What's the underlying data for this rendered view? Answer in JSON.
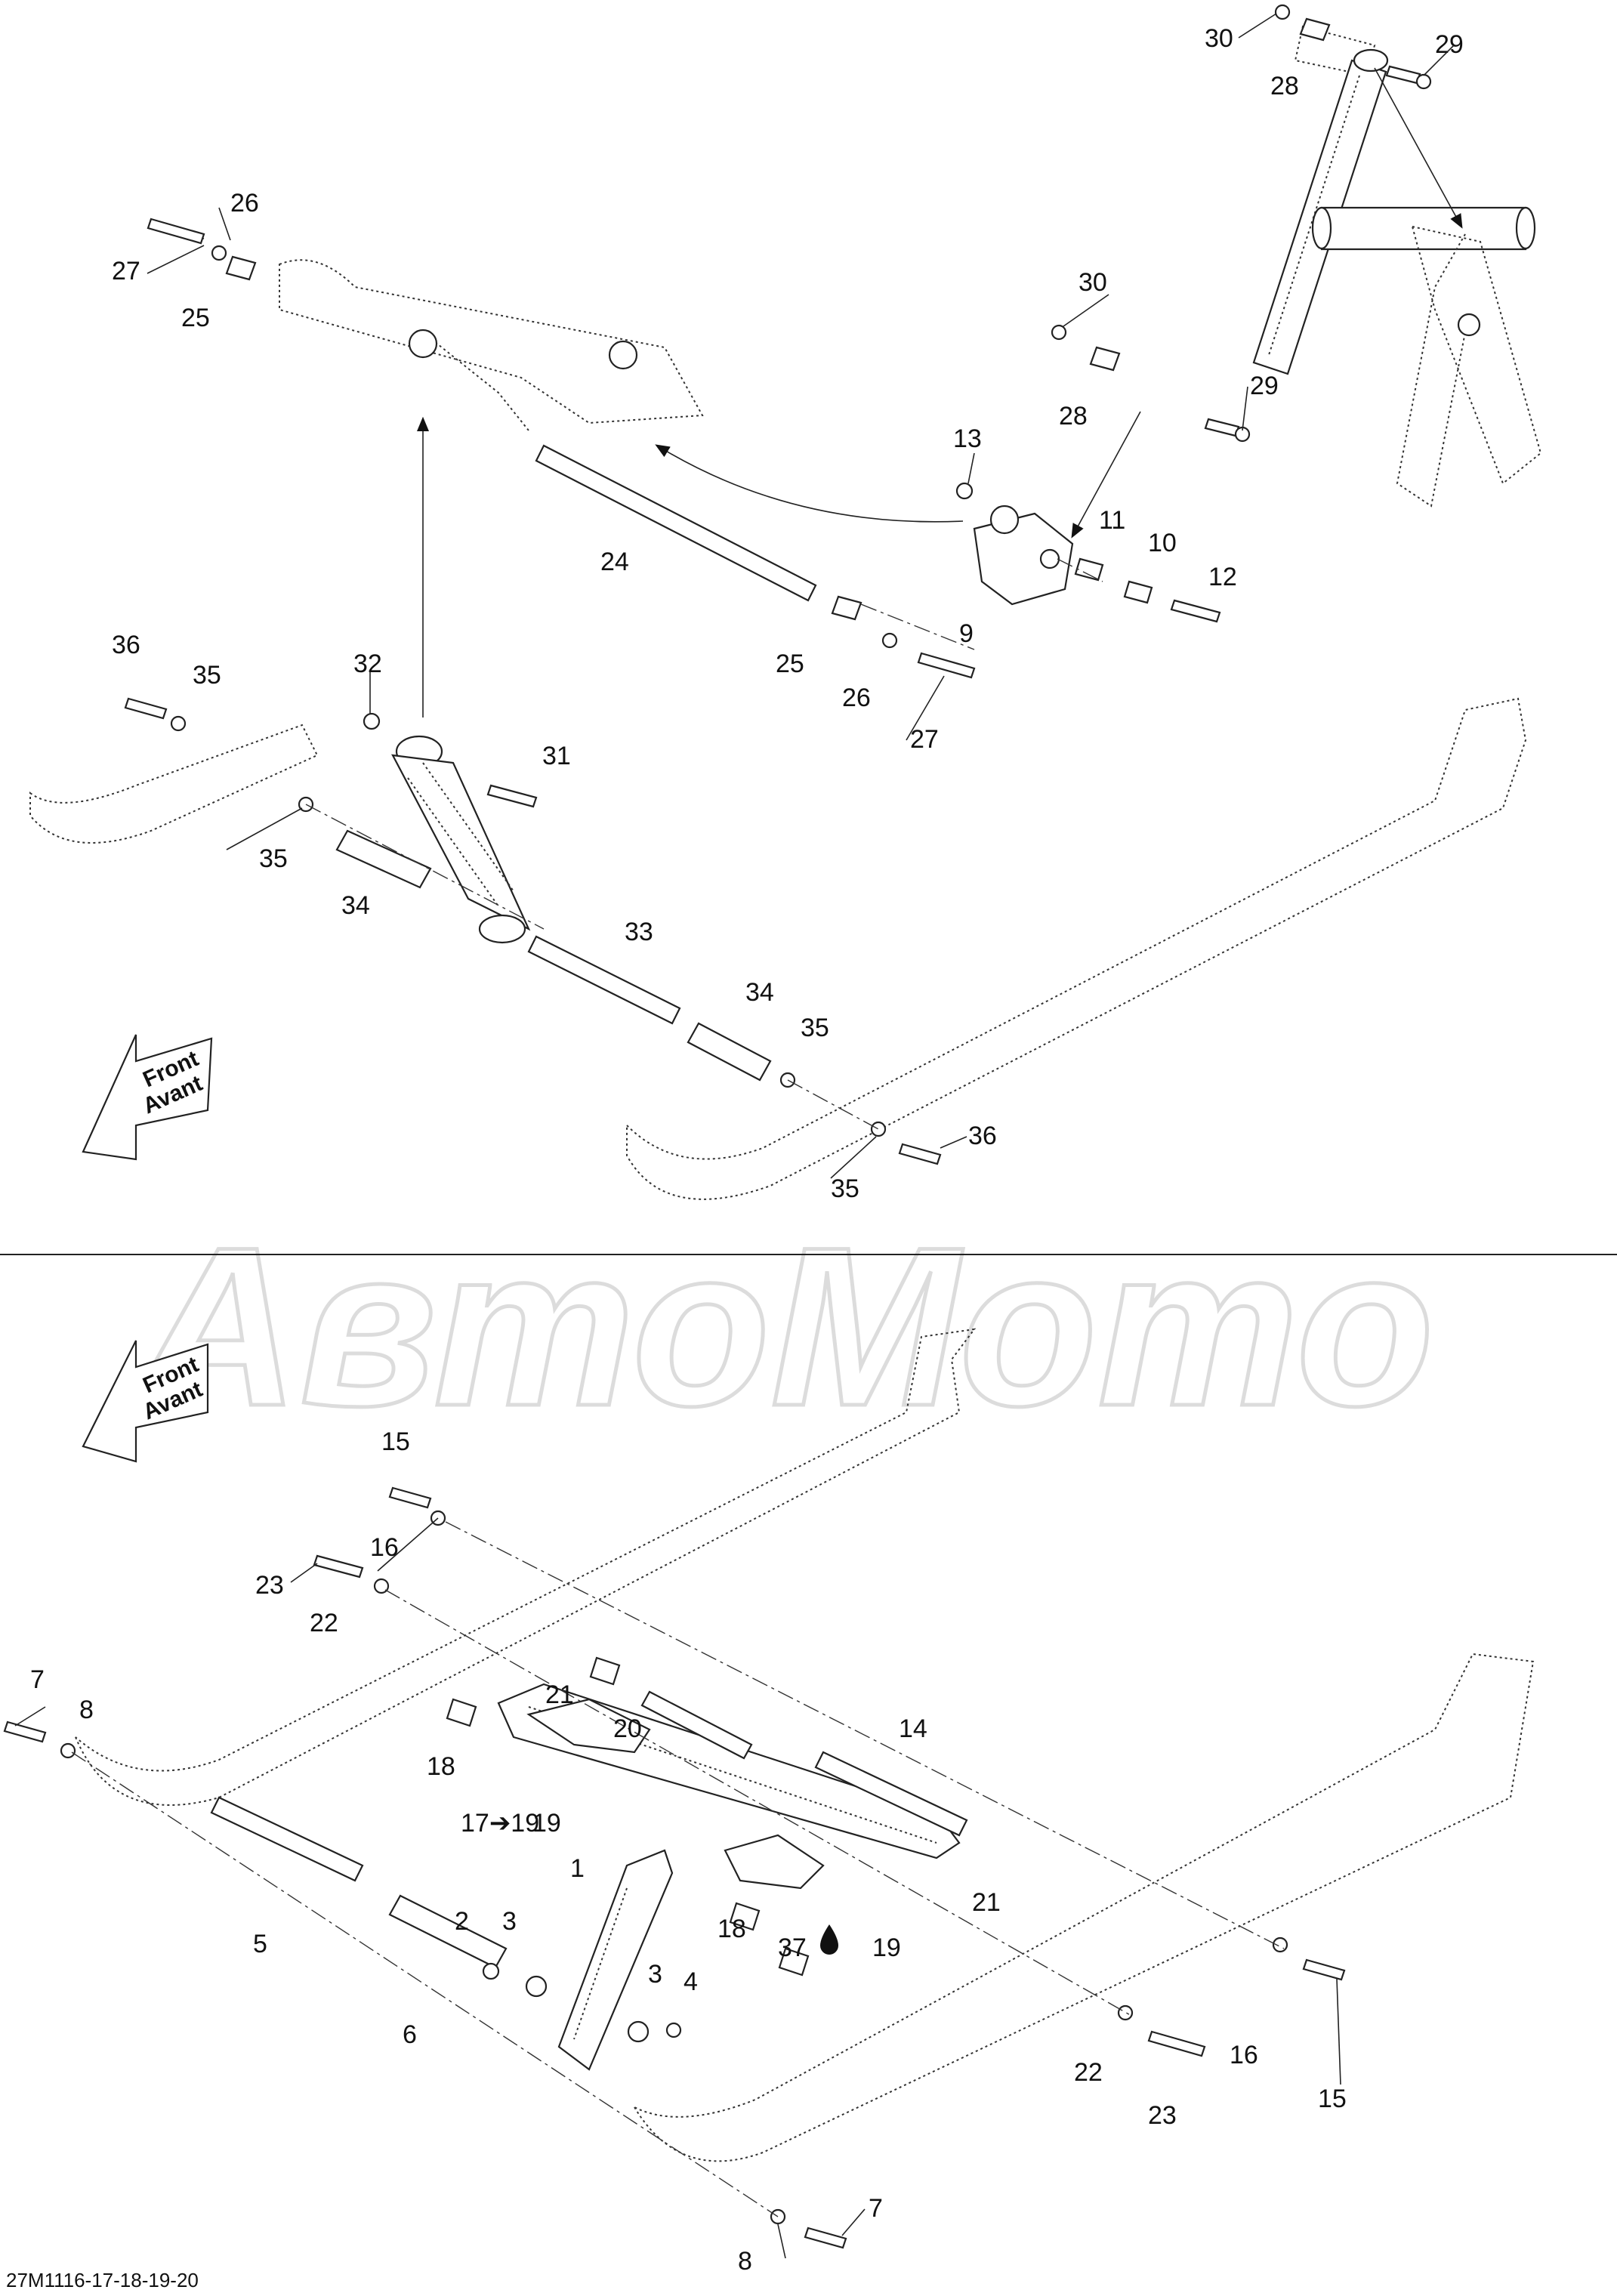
{
  "watermark": {
    "text": "АвтоМото"
  },
  "direction_arrows": [
    {
      "line1": "Front",
      "line2": "Avant"
    },
    {
      "line1": "Front",
      "line2": "Avant"
    }
  ],
  "callouts_top": [
    "30",
    "28",
    "29",
    "26",
    "27",
    "25",
    "30",
    "28",
    "29",
    "13",
    "11",
    "10",
    "12",
    "24",
    "9",
    "25",
    "26",
    "27",
    "36",
    "35",
    "32",
    "31",
    "35",
    "34",
    "33",
    "34",
    "35",
    "35",
    "36"
  ],
  "callouts_bottom": [
    "15",
    "16",
    "23",
    "22",
    "7",
    "8",
    "21",
    "20",
    "14",
    "18",
    "17➔19",
    "19",
    "1",
    "2",
    "3",
    "3",
    "4",
    "5",
    "6",
    "18",
    "21",
    "37",
    "19",
    "22",
    "23",
    "16",
    "15",
    "8",
    "7"
  ],
  "illustration_code": "27M1116-17-18-19-20"
}
